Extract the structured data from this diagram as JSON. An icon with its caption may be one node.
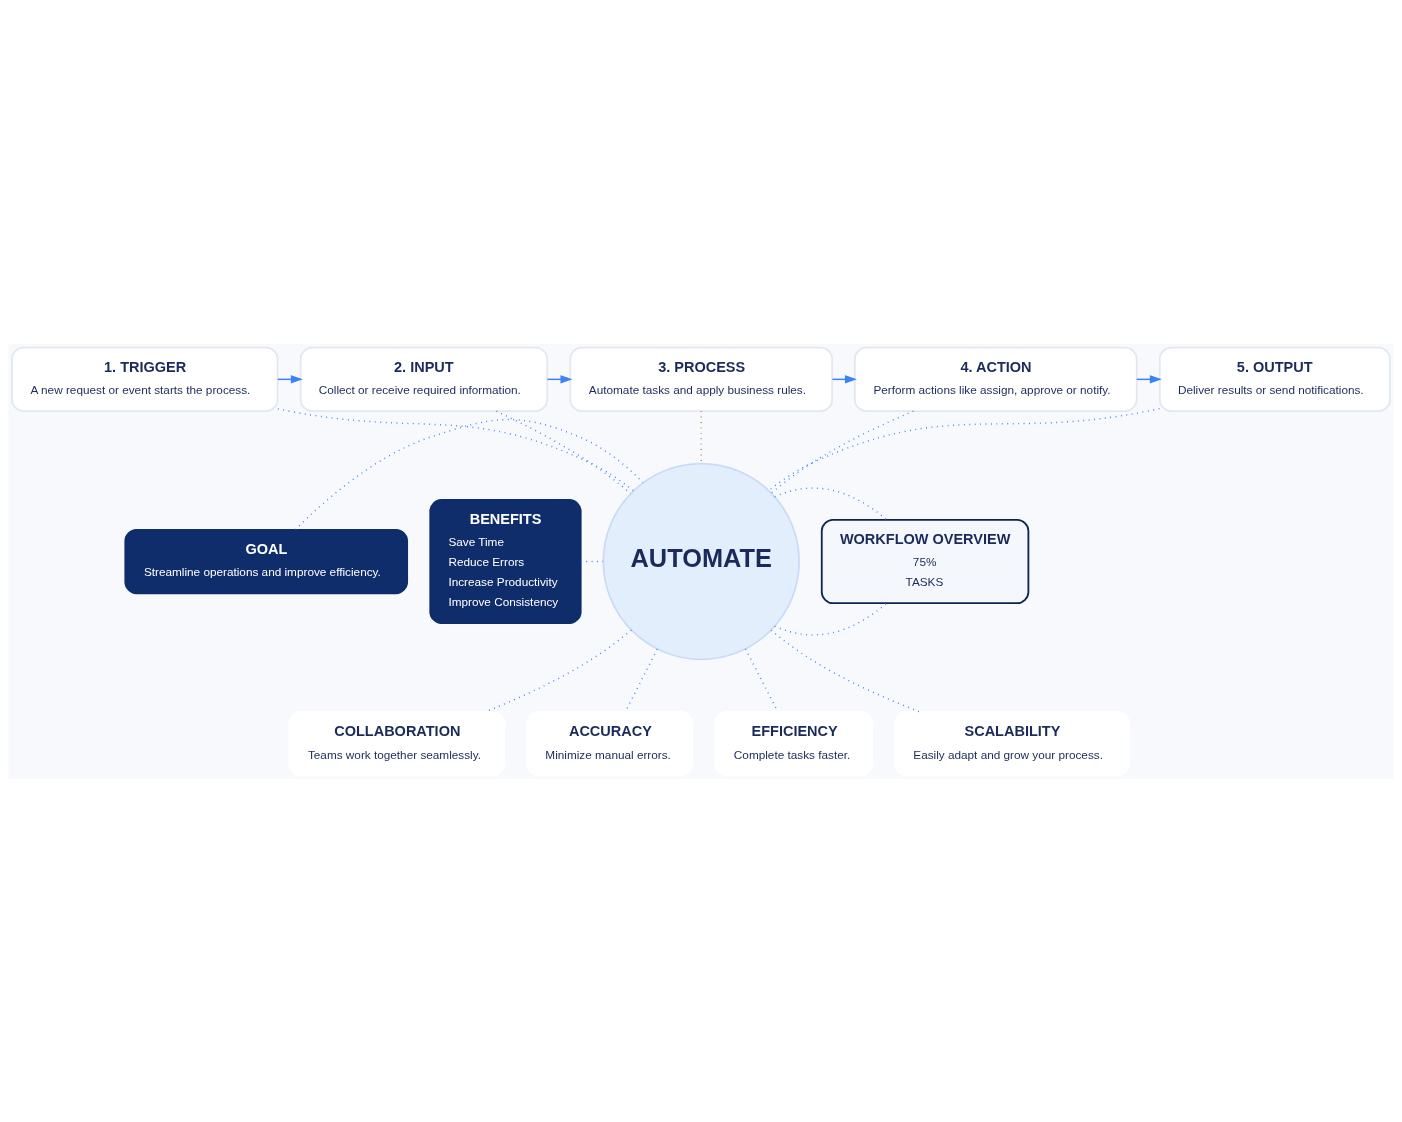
{
  "diagram": {
    "nodes": [
      {
        "text": [
          "AUTOMATE"
        ]
      },
      {
        "text": [
          "1. TRIGGER",
          "A new request or event starts the process."
        ]
      },
      {
        "text": [
          "2. INPUT",
          "Collect or receive required information."
        ]
      },
      {
        "text": [
          "3. PROCESS",
          "Automate tasks and apply business rules."
        ]
      },
      {
        "text": [
          "4. ACTION",
          "Perform actions like assign, approve or notify."
        ]
      },
      {
        "text": [
          "5. OUTPUT",
          "Deliver results or send notifications."
        ]
      },
      {
        "text": [
          "GOAL",
          "Streamline operations and improve efficiency."
        ]
      },
      {
        "text": [
          "BENEFITS",
          "Save Time",
          "Reduce Errors",
          "Increase Productivity",
          "Improve Consistency"
        ]
      },
      {
        "text": [
          "WORKFLOW OVERVIEW",
          "75%",
          "TASKS"
        ]
      },
      {
        "text": [
          "COLLABORATION",
          "Teams work together seamlessly."
        ]
      },
      {
        "text": [
          "ACCURACY",
          "Minimize manual errors."
        ]
      },
      {
        "text": [
          "EFFICIENCY",
          "Complete tasks faster."
        ]
      },
      {
        "text": [
          "SCALABILITY",
          "Easily adapt and grow your process."
        ]
      }
    ],
    "edges": [
      {
        "from": 1,
        "to": 2,
        "arrow": "to"
      },
      {
        "from": 2,
        "to": 3,
        "arrow": "to"
      },
      {
        "from": 3,
        "to": 4,
        "arrow": "to"
      },
      {
        "from": 4,
        "to": 5,
        "arrow": "to"
      },
      {
        "from": 1,
        "to": 0,
        "arrow": "none",
        "style": "dashed"
      },
      {
        "from": 2,
        "to": 0,
        "arrow": "none",
        "style": "dashed"
      },
      {
        "from": 3,
        "to": 0,
        "arrow": "none",
        "style": "dashed",
        "color": "#b8875a"
      },
      {
        "from": 4,
        "to": 0,
        "arrow": "none",
        "style": "dashed"
      },
      {
        "from": 5,
        "to": 0,
        "arrow": "none",
        "style": "dashed"
      },
      {
        "from": 6,
        "to": 0,
        "arrow": "none",
        "style": "dashed"
      },
      {
        "from": 7,
        "to": 0,
        "arrow": "none",
        "style": "dashed"
      },
      {
        "from": 0,
        "to": 8,
        "arrow": "none",
        "style": "dashed"
      },
      {
        "from": 0,
        "to": 8,
        "arrow": "none",
        "style": "dashed"
      },
      {
        "from": 0,
        "to": 9,
        "arrow": "none",
        "style": "dashed"
      },
      {
        "from": 0,
        "to": 10,
        "arrow": "none",
        "style": "dashed"
      },
      {
        "from": 0,
        "to": 11,
        "arrow": "none",
        "style": "dashed"
      },
      {
        "from": 0,
        "to": 12,
        "arrow": "none",
        "style": "dashed"
      }
    ]
  }
}
